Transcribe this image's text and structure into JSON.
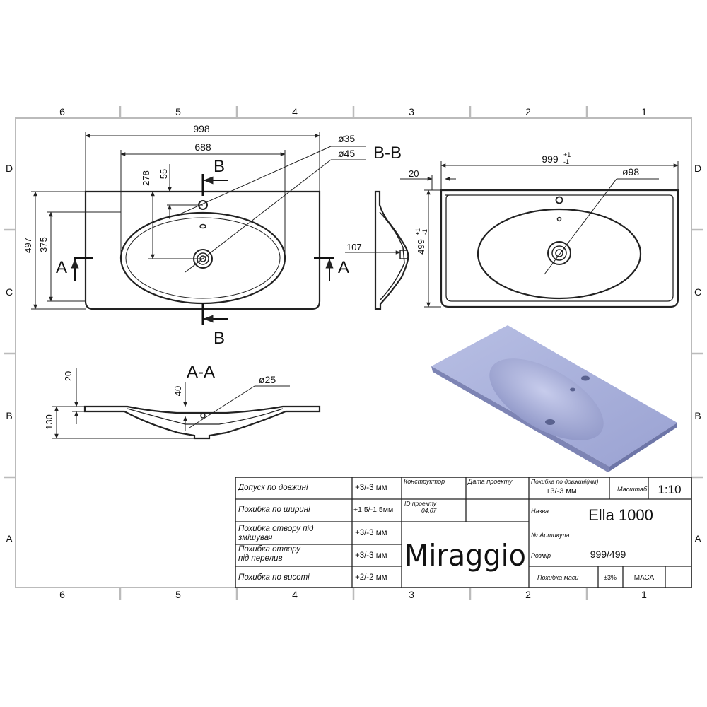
{
  "frame": {
    "columns": [
      "6",
      "5",
      "4",
      "3",
      "2",
      "1"
    ],
    "rows": [
      "D",
      "C",
      "B",
      "A"
    ]
  },
  "top_view": {
    "width_998": "998",
    "bowl_688": "688",
    "dim_278": "278",
    "dim_55": "55",
    "height_497": "497",
    "height_375": "375",
    "dia_35": "ø35",
    "dia_45": "ø45",
    "section_b": "B",
    "section_a": "A"
  },
  "section_bb": {
    "title": "B-B",
    "depth_107": "107"
  },
  "side_view": {
    "width": "999",
    "width_tol_plus": "+1",
    "width_tol_minus": "-1",
    "dim_20": "20",
    "dia_98": "ø98",
    "height": "499",
    "height_tol": "+1\n-1"
  },
  "section_aa": {
    "title": "A-A",
    "dim_20": "20",
    "dim_40": "40",
    "dim_130": "130",
    "dia_25": "ø25"
  },
  "title_block": {
    "tolerances": [
      {
        "label_line1": "Допуск по довжині",
        "label_line2": "",
        "value": "+3/-3 мм"
      },
      {
        "label_line1": "Похибка по ширині",
        "label_line2": "",
        "value": "+1,5/-1,5мм"
      },
      {
        "label_line1": "Похибка отвору під",
        "label_line2": "змішувач",
        "value": "+3/-3 мм"
      },
      {
        "label_line1": "Похибка отвору",
        "label_line2": "під перелив",
        "value": "+3/-3 мм"
      },
      {
        "label_line1": "Похибка по висоті",
        "label_line2": "",
        "value": "+2/-2 мм"
      }
    ],
    "designer_label": "Конструктор",
    "project_date_label": "Дата проекту",
    "project_id_label": "ID проекту",
    "project_id_value": "04.07",
    "brand": "Miraggio",
    "length_tol_label": "Похибка по довжині(мм)",
    "length_tol_value": "+3/-3 мм",
    "scale_label": "Масштаб",
    "scale_value": "1:10",
    "name_label": "Назва",
    "name_value": "Ella 1000",
    "article_label": "№ Артикула",
    "size_label": "Розмір",
    "size_value": "999/499",
    "mass_tol_label": "Похибка маси",
    "mass_tol_value": "±3%",
    "mass_label": "МАСА"
  },
  "colors": {
    "render_fill": "#a9b0d8",
    "render_bowl": "#8f97c7"
  }
}
